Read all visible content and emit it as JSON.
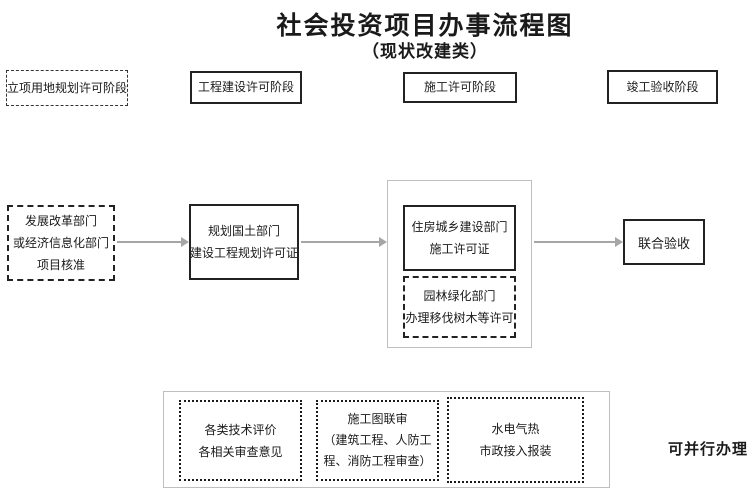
{
  "title": "社会投资项目办事流程图",
  "subtitle": "（现状改建类）",
  "stages": {
    "approval_land_planning": "立项用地规划许可阶段",
    "engineering_construction": "工程建设许可阶段",
    "construction_permit": "施工许可阶段",
    "completion_acceptance": "竣工验收阶段"
  },
  "flow": {
    "dev_reform": {
      "lines": [
        "发展改革部门",
        "或经济信息化部门",
        "项目核准"
      ]
    },
    "planning_land": {
      "lines": [
        "规划国土部门",
        "建设工程规划许可证"
      ]
    },
    "housing_construction": {
      "lines": [
        "住房城乡建设部门",
        "施工许可证"
      ]
    },
    "landscaping": {
      "lines": [
        "园林绿化部门",
        "办理移伐树木等许可"
      ]
    },
    "joint_acceptance": "联合验收"
  },
  "parallel": {
    "tech_evaluation": {
      "lines": [
        "各类技术评价",
        "各相关审查意见"
      ]
    },
    "drawing_joint_review": {
      "lines": [
        "施工图联审",
        "（建筑工程、人防工",
        "程、消防工程审查）"
      ]
    },
    "utilities_connection": {
      "lines": [
        "水电气热",
        "市政接入报装"
      ]
    },
    "note": "可并行办理"
  },
  "colors": {
    "arrow": "#a6a6a6",
    "gray_container_border": "#bfbfbf",
    "box_border": "#222222"
  }
}
